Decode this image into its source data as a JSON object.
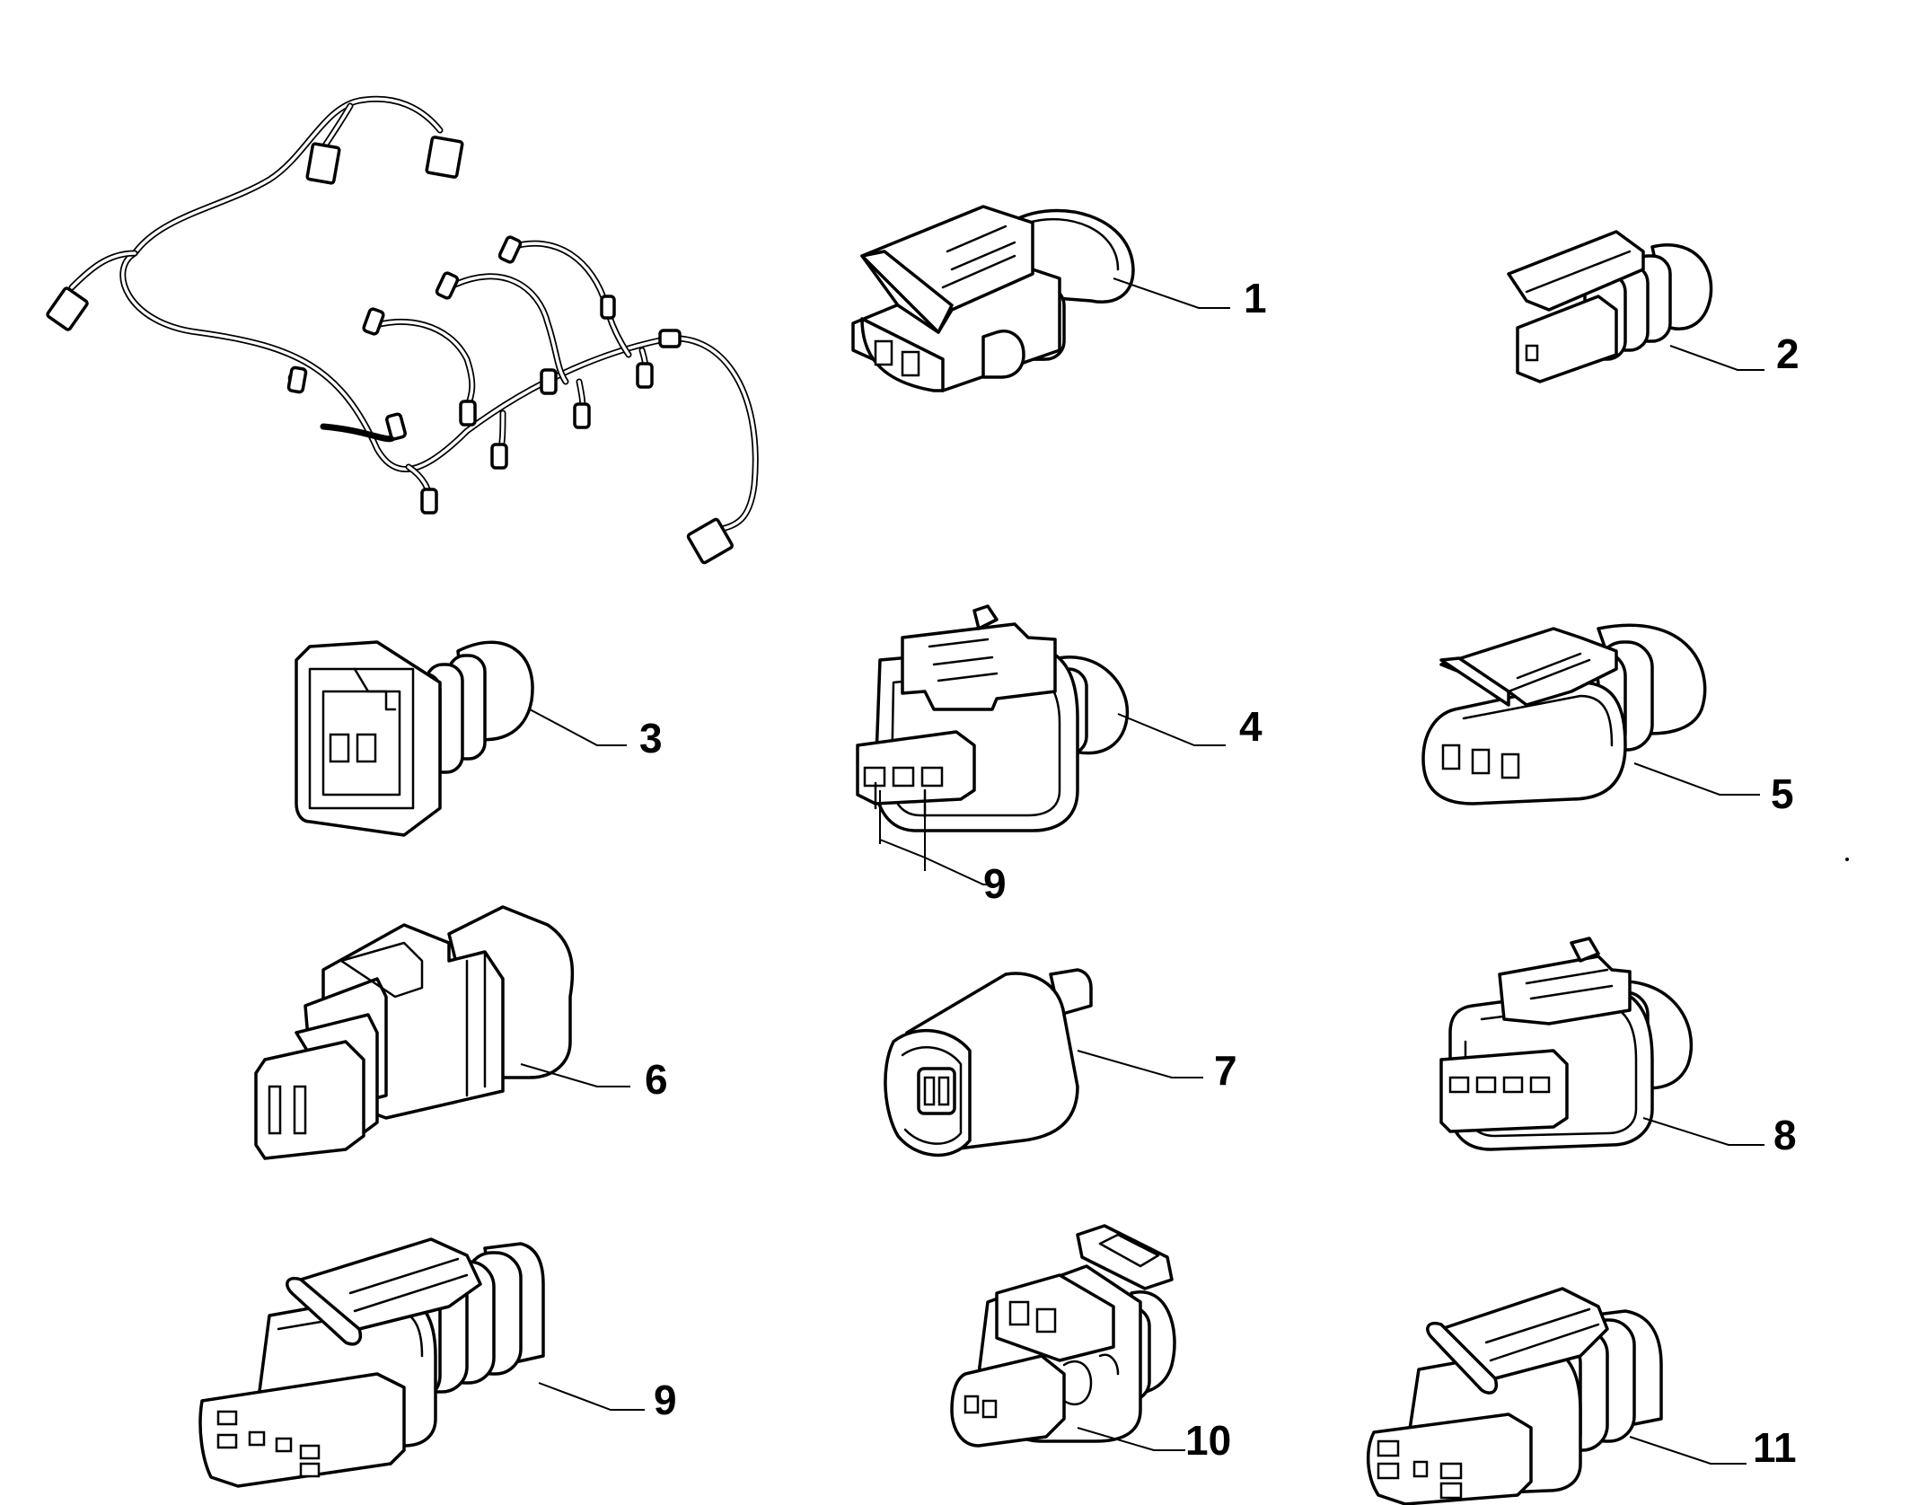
{
  "callouts": {
    "c1": "1",
    "c2": "2",
    "c3": "3",
    "c4": "4",
    "c4_dim": "9",
    "c5": "5",
    "c6": "6",
    "c7": "7",
    "c8": "8",
    "c9": "9",
    "c10": "10",
    "c11": "11"
  }
}
